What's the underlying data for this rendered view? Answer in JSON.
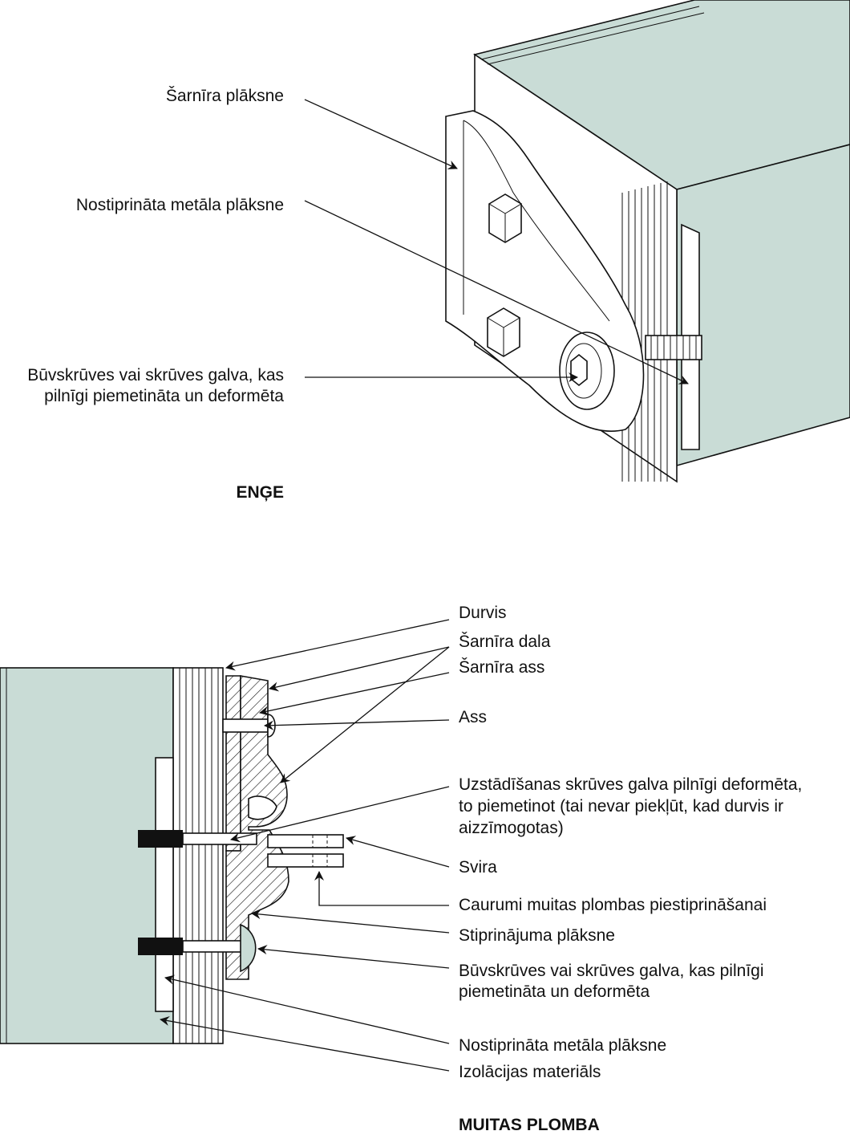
{
  "colors": {
    "panel": "#c9dcd6",
    "line": "#111111",
    "background": "#ffffff",
    "face": "#ffffff"
  },
  "figure_top": {
    "title": "ENĢE",
    "labels": {
      "hinge_plate": "Šarnīra plāksne",
      "metal_plate": "Nostiprināta metāla plāksne",
      "bolt_head_line1": "Būvskrūves vai skrūves galva, kas",
      "bolt_head_line2": "pilnīgi piemetināta un deformēta"
    }
  },
  "figure_bottom": {
    "title": "MUITAS PLOMBA",
    "labels": {
      "door": "Durvis",
      "hinge_part": "Šarnīra dala",
      "hinge_axis": "Šarnīra ass",
      "axis": "Ass",
      "mount_screw_line1": "Uzstādīšanas skrūves galva pilnīgi deformēta,",
      "mount_screw_line2": "to piemetinot (tai nevar piekļūt, kad durvis ir",
      "mount_screw_line3": "aizzīmogotas)",
      "lever": "Svira",
      "seal_holes": "Caurumi muitas plombas piestiprināšanai",
      "fixing_plate": "Stiprinājuma plāksne",
      "bolt_head_line1": "Būvskrūves vai skrūves galva, kas pilnīgi",
      "bolt_head_line2": "piemetināta un deformēta",
      "metal_plate": "Nostiprināta metāla plāksne",
      "insulation": "Izolācijas materiāls"
    }
  }
}
